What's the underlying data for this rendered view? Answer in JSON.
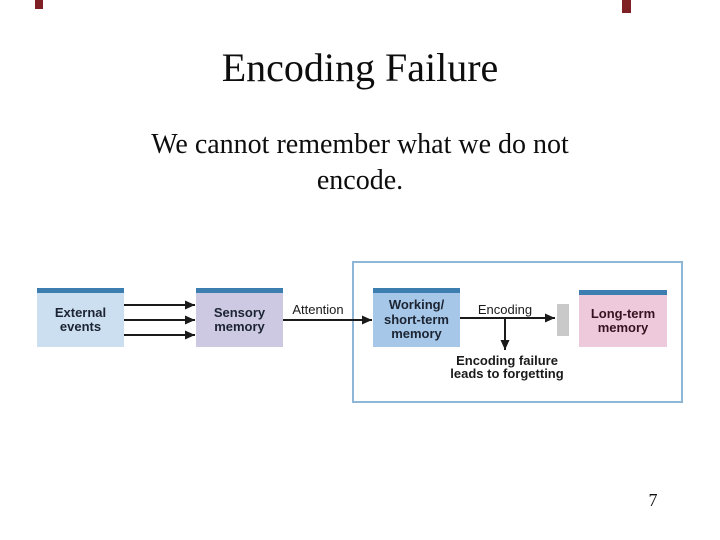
{
  "slide": {
    "title": "Encoding Failure",
    "body_lines": [
      "We cannot remember what we do not",
      "encode."
    ],
    "page_number": "7"
  },
  "diagram": {
    "boxes": [
      {
        "name": "external-events",
        "label_lines": [
          "External",
          "events"
        ],
        "fill": "#cbdff0",
        "top_bar": "#3d7eb1",
        "text_color": "#1c2433"
      },
      {
        "name": "sensory-memory",
        "label_lines": [
          "Sensory",
          "memory"
        ],
        "fill": "#cdc9e3",
        "top_bar": "#3d7eb1",
        "text_color": "#1c2433"
      },
      {
        "name": "working-short-term-memory",
        "label_lines": [
          "Working/",
          "short-term",
          "memory"
        ],
        "fill": "#a6c7e7",
        "top_bar": "#3d7eb1",
        "text_color": "#1c2433"
      },
      {
        "name": "long-term-memory",
        "label_lines": [
          "Long-term",
          "memory"
        ],
        "fill": "#eec9dc",
        "top_bar": "#3d7eb1",
        "text_color": "#35121f"
      }
    ],
    "attention_label": "Attention",
    "encoding_label": "Encoding",
    "caption_lines": [
      "Encoding failure",
      "leads to forgetting"
    ],
    "colors": {
      "frame_border": "#8db6d7",
      "barrier": "#c9c9c9",
      "arrow": "#1a1a1a"
    }
  },
  "decorations": {
    "top_left_mark_color": "#7e2024",
    "top_right_mark_color": "#7e2024"
  }
}
